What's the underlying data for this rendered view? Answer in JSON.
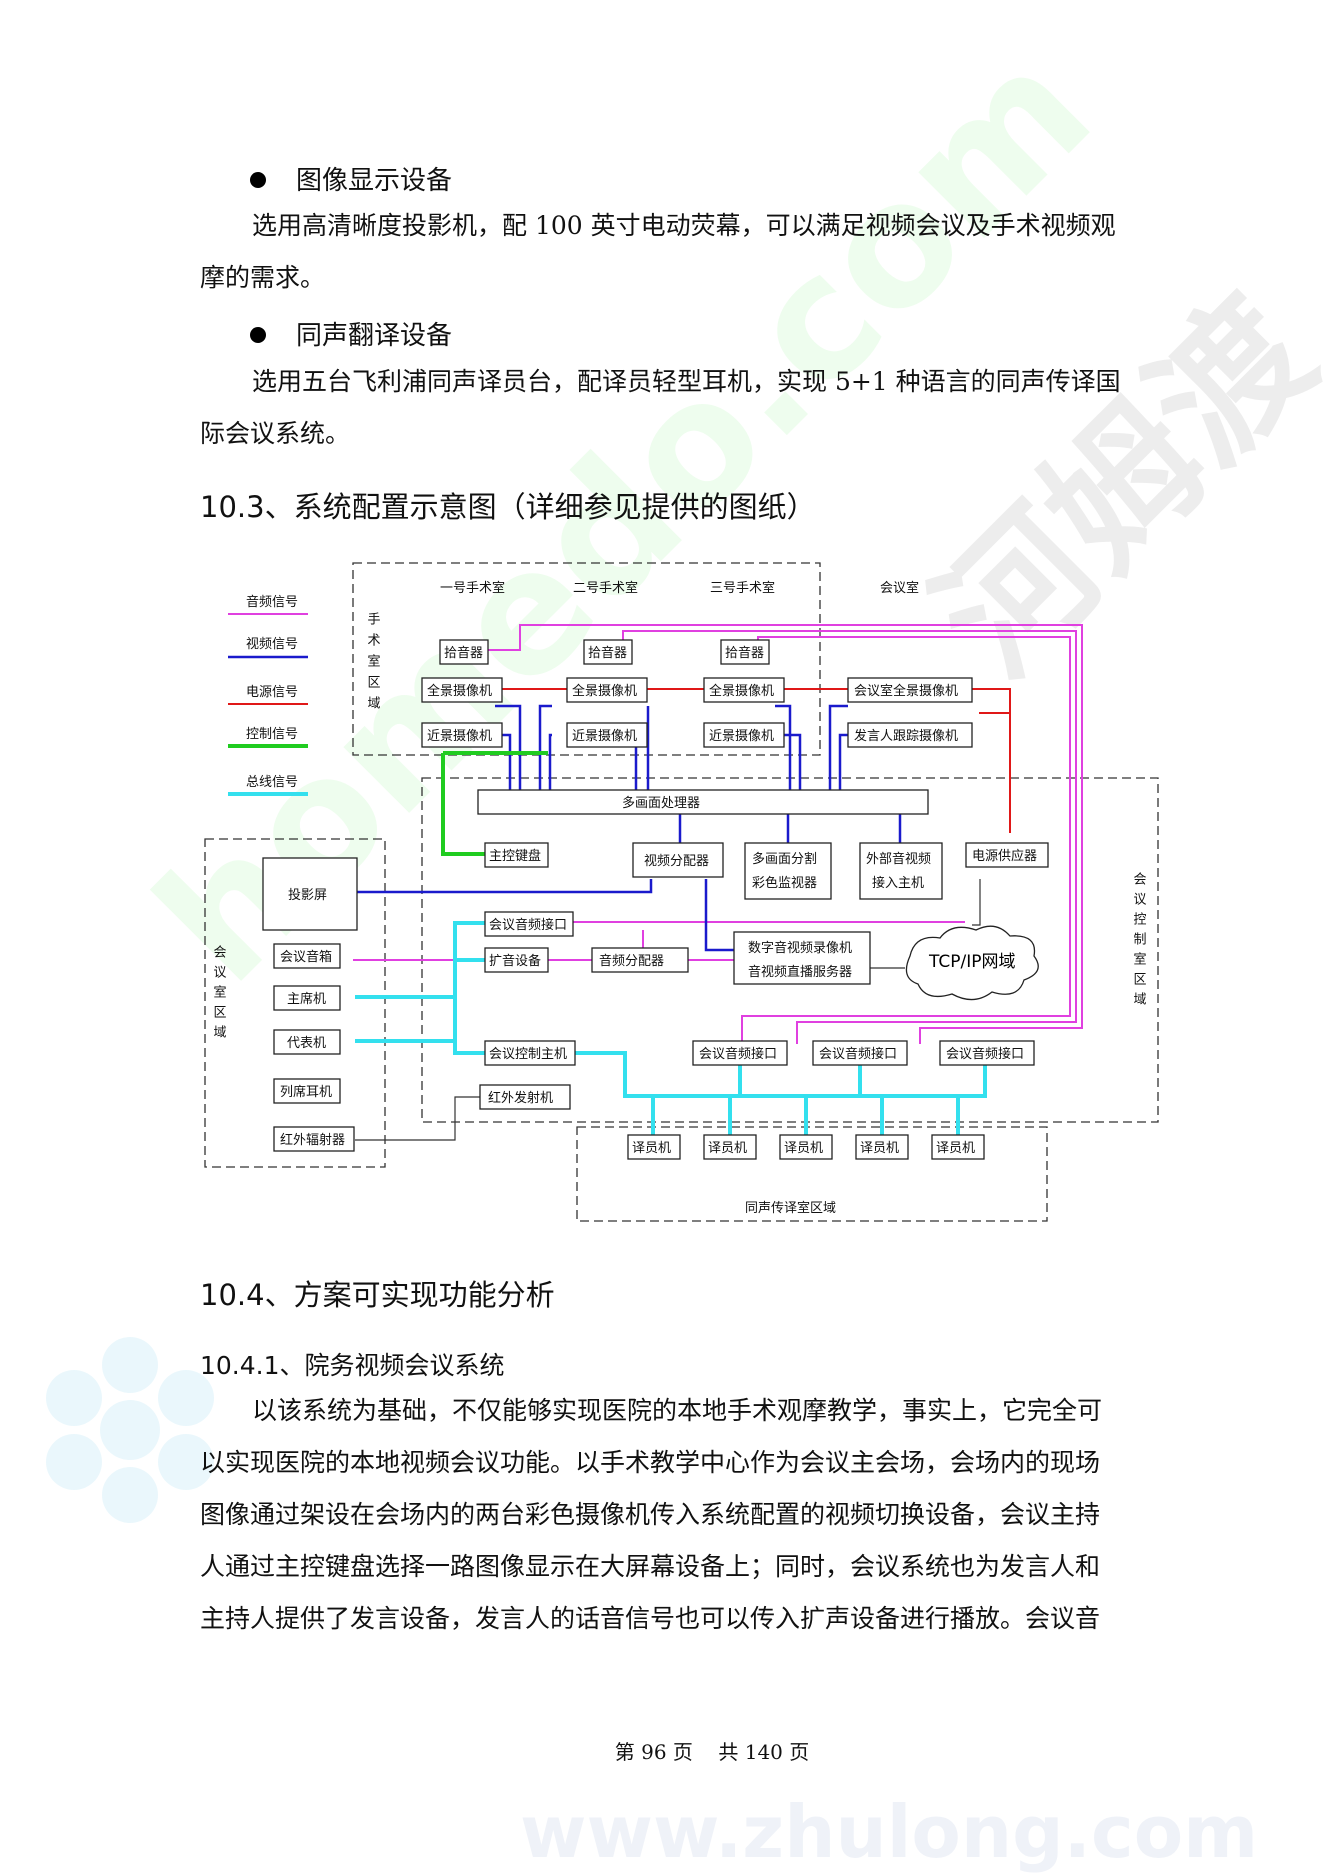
{
  "sections": {
    "display": {
      "bullet": "图像显示设备",
      "body_line1": "选用高清晰度投影机，配 100 英寸电动荧幕，可以满足视频会议及手术视频观",
      "body_line2": "摩的需求。"
    },
    "interpretation": {
      "bullet": "同声翻译设备",
      "body_line1": "选用五台飞利浦同声译员台，配译员轻型耳机，实现 5+1 种语言的同声传译国",
      "body_line2": "际会议系统。"
    },
    "heading_10_3": "10.3、系统配置示意图（详细参见提供的图纸）",
    "heading_10_4": "10.4、方案可实现功能分析",
    "heading_10_4_1": "10.4.1、院务视频会议系统",
    "body_10_4_1": [
      "以该系统为基础，不仅能够实现医院的本地手术观摩教学，事实上，它完全可",
      "以实现医院的本地视频会议功能。以手术教学中心作为会议主会场，会场内的现场",
      "图像通过架设在会场内的两台彩色摄像机传入系统配置的视频切换设备，会议主持",
      "人通过主控键盘选择一路图像显示在大屏幕设备上；同时，会议系统也为发言人和",
      "主持人提供了发言设备，发言人的话音信号也可以传入扩声设备进行播放。会议音"
    ]
  },
  "diagram": {
    "legend": {
      "audio": "音频信号",
      "video": "视频信号",
      "power": "电源信号",
      "control": "控制信号",
      "bus": "总线信号"
    },
    "zones": {
      "or_area": "手术室区域",
      "or1": "一号手术室",
      "or2": "二号手术室",
      "or3": "三号手术室",
      "meeting": "会议室",
      "control_room": "会议控制室区域",
      "meeting_room_area": "会议室区域",
      "interp_area": "同声传译室区域"
    },
    "boxes": {
      "pickup": "拾音器",
      "pano_cam": "全景摄像机",
      "close_cam": "近景摄像机",
      "meeting_pano_cam": "会议室全景摄像机",
      "speaker_track_cam": "发言人跟踪摄像机",
      "multi_processor": "多画面处理器",
      "main_keyboard": "主控键盘",
      "video_distributor": "视频分配器",
      "monitor_line1": "多画面分割",
      "monitor_line2": "彩色监视器",
      "external_av_line1": "外部音视频",
      "external_av_line2": "接入主机",
      "power_supply": "电源供应器",
      "projection": "投影屏",
      "meeting_speaker": "会议音箱",
      "chairman": "主席机",
      "delegate": "代表机",
      "headphones": "列席耳机",
      "ir_radiator": "红外辐射器",
      "audio_interface": "会议音频接口",
      "amplifier": "扩音设备",
      "audio_distributor": "音频分配器",
      "recorder_line1": "数字音视频录像机",
      "recorder_line2": "音视频直播服务器",
      "network": "TCP/IP网域",
      "conf_host": "会议控制主机",
      "ir_transmitter": "红外发射机",
      "interpreter": "译员机"
    },
    "colors": {
      "audio": "#e040e0",
      "video": "#1a1acc",
      "power": "#e01818",
      "control": "#20cc20",
      "bus": "#33e0ee"
    }
  },
  "watermark": {
    "site1": "homedo.com",
    "brand": "河姆渡",
    "site2": "www.zhulong.com"
  },
  "footer": {
    "page": "第 96 页",
    "total": "共 140 页"
  }
}
